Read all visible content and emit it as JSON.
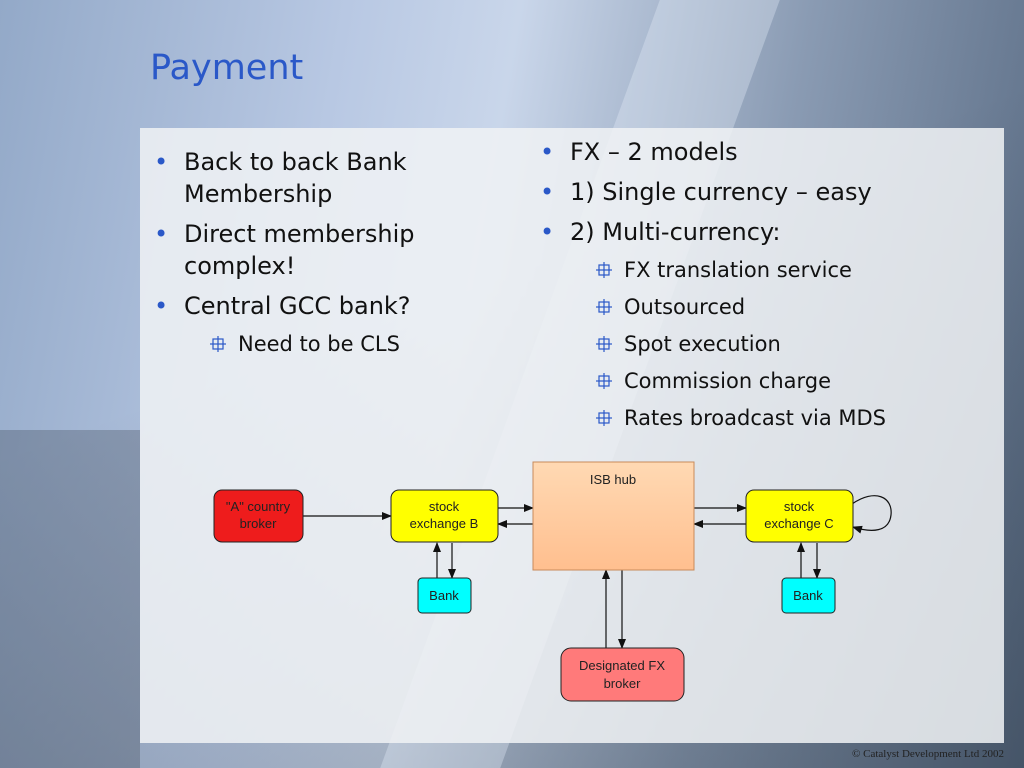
{
  "slide": {
    "title": "Payment",
    "footer": "© Catalyst Development Ltd 2002"
  },
  "left_bullets": [
    {
      "level": 1,
      "lines": [
        "Back to back Bank",
        "Membership"
      ]
    },
    {
      "level": 1,
      "lines": [
        "Direct membership",
        "complex!"
      ]
    },
    {
      "level": 1,
      "lines": [
        "Central GCC bank?"
      ]
    },
    {
      "level": 2,
      "lines": [
        "Need to be CLS"
      ]
    }
  ],
  "right_bullets": [
    {
      "level": 1,
      "lines": [
        "FX – 2 models"
      ]
    },
    {
      "level": 1,
      "lines": [
        "1) Single currency – easy"
      ]
    },
    {
      "level": 1,
      "lines": [
        "2) Multi-currency:"
      ]
    },
    {
      "level": 2,
      "lines": [
        "FX translation service"
      ]
    },
    {
      "level": 2,
      "lines": [
        "Outsourced"
      ]
    },
    {
      "level": 2,
      "lines": [
        "Spot execution"
      ]
    },
    {
      "level": 2,
      "lines": [
        "Commission charge"
      ]
    },
    {
      "level": 2,
      "lines": [
        "Rates broadcast via MDS"
      ]
    }
  ],
  "diagram": {
    "nodes": {
      "a_broker": {
        "lines": [
          "\"A\" country",
          "broker"
        ],
        "color": "#ee1c1c"
      },
      "stock_b": {
        "lines": [
          "stock",
          "exchange B"
        ],
        "color": "#ffff00"
      },
      "isb_hub": {
        "lines": [
          "ISB hub"
        ],
        "color": "#ffc89a"
      },
      "stock_c": {
        "lines": [
          "stock",
          "exchange C"
        ],
        "color": "#ffff00"
      },
      "bank_b": {
        "lines": [
          "Bank"
        ],
        "color": "#00ffff"
      },
      "bank_c": {
        "lines": [
          "Bank"
        ],
        "color": "#00ffff"
      },
      "fx_broker": {
        "lines": [
          "Designated FX",
          "broker"
        ],
        "color": "#ff7a7a"
      }
    }
  },
  "colors": {
    "title": "#2a58c8",
    "bullet": "#2a58c8"
  }
}
